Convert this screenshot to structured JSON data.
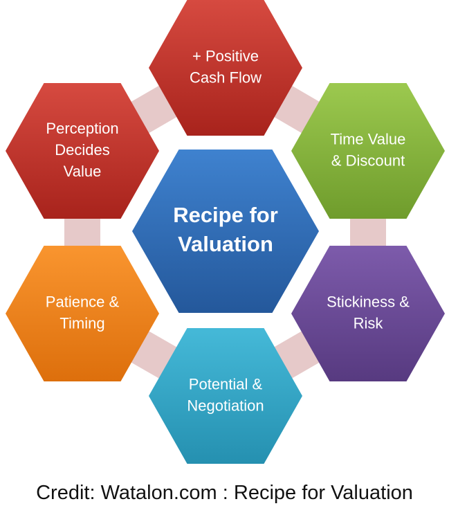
{
  "diagram": {
    "center": {
      "lines": [
        "Recipe for",
        "Valuation"
      ],
      "color": "#2e6db5"
    },
    "nodes": [
      {
        "id": "cash-flow",
        "lines": [
          "+ Positive",
          "Cash Flow"
        ],
        "color": "#c0392b"
      },
      {
        "id": "time-value",
        "lines": [
          "Time Value",
          "& Discount"
        ],
        "color": "#8bb840"
      },
      {
        "id": "stickiness",
        "lines": [
          "Stickiness &",
          "Risk"
        ],
        "color": "#6b4a96"
      },
      {
        "id": "potential",
        "lines": [
          "Potential &",
          "Negotiation"
        ],
        "color": "#33a7c8"
      },
      {
        "id": "patience",
        "lines": [
          "Patience &",
          "Timing"
        ],
        "color": "#f2841e"
      },
      {
        "id": "perception",
        "lines": [
          "Perception",
          "Decides",
          "Value"
        ],
        "color": "#c0392b"
      }
    ],
    "connector_color": "#e6c9c9"
  },
  "credit": "Credit: Watalon.com : Recipe for Valuation"
}
